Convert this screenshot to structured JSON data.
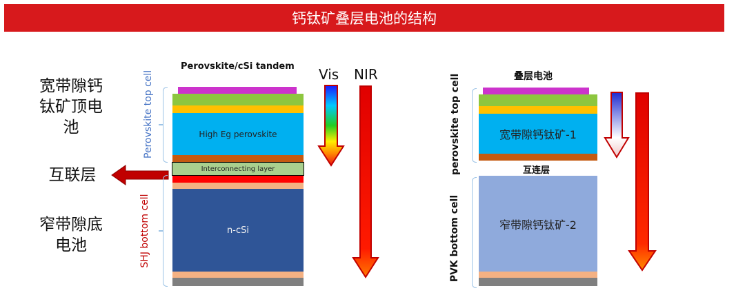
{
  "title": "钙钛矿叠层电池的结构",
  "left_labels": {
    "top_cell": [
      "宽带隙钙",
      "钛矿顶电",
      "池"
    ],
    "interconnect": "互联层",
    "bottom_cell": [
      "窄带隙底",
      "电池"
    ]
  },
  "left_stack": {
    "title": "Perovskite/cSi tandem",
    "top_cell_label": "Perovskite top cell",
    "bottom_cell_label": "SHJ bottom cell",
    "high_eg_label": "High Eg perovskite",
    "interconnect_label": "Interconnecting layer",
    "ncsi_label": "n-cSi"
  },
  "arrows": {
    "vis": "Vis",
    "nir": "NIR"
  },
  "right_stack": {
    "title": "叠层电池",
    "top_cell_label": "perovskite top cell",
    "bottom_cell_label": "PVK bottom cell",
    "top_layer_label": "宽带隙钙钛矿-1",
    "interconnect_label": "互连层",
    "bottom_layer_label": "窄带隙钙钛矿-2"
  },
  "colors": {
    "banner": "#d7191c",
    "magenta": "#cc33cc",
    "green": "#8dc63f",
    "yellow": "#ffc000",
    "cyan": "#00b0f0",
    "brown": "#c55a11",
    "interconnect_green": "#a9d08e",
    "red": "#ff0000",
    "salmon": "#f4b183",
    "navy": "#2f5597",
    "gray": "#7f7f7f",
    "light_blue": "#8faadc",
    "bracket": "#9cc3e6"
  }
}
